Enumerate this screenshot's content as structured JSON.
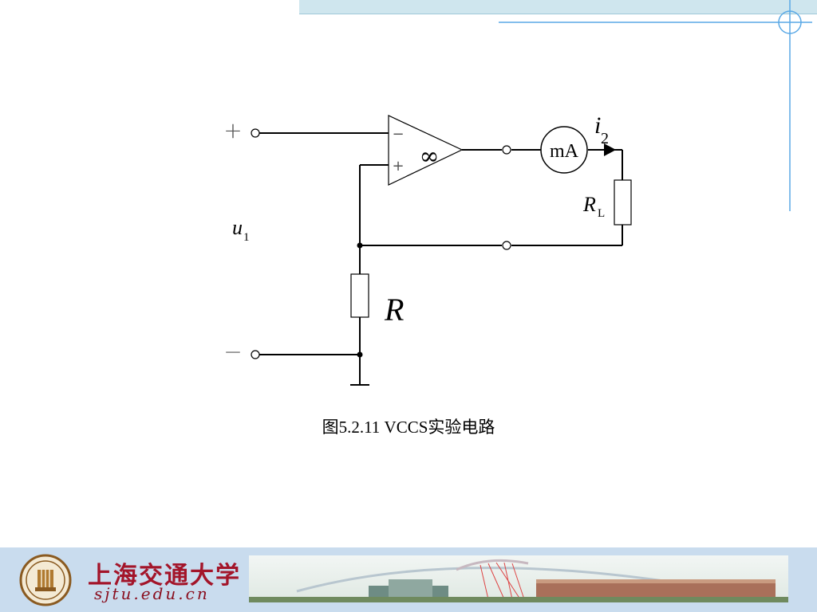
{
  "caption": "图5.2.11  VCCS实验电路",
  "labels": {
    "plus_terminal": "+",
    "minus_terminal": "−",
    "opamp_minus": "−",
    "opamp_plus": "+",
    "infinity": "∞",
    "ammeter": "mA",
    "i_main": "i",
    "i_sub": "2",
    "rl_main": "R",
    "rl_sub": "L",
    "u_main": "u",
    "u_sub": "1",
    "r": "R"
  },
  "footer": {
    "school_name": "上海交通大学",
    "school_url": "sjtu.edu.cn"
  },
  "colors": {
    "top_band": "#cfe6ee",
    "deco_line": "#5aa9e6",
    "footer_bg": "#c9dcee",
    "brand_red": "#a3152a"
  }
}
